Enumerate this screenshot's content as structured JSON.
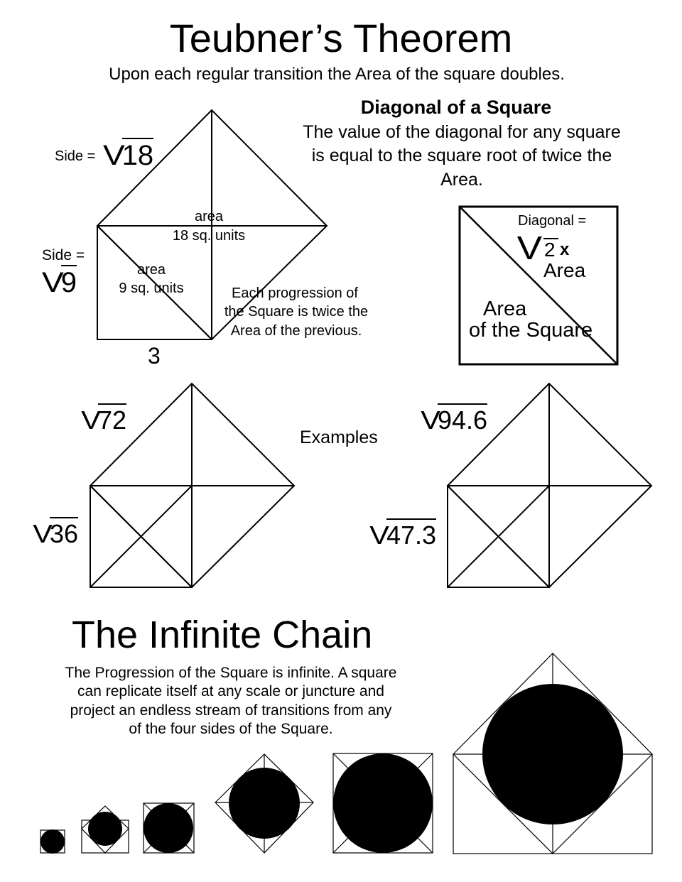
{
  "header": {
    "title": "Teubner’s Theorem",
    "subtitle": "Upon each regular transition the Area of the square doubles."
  },
  "diagonal_box": {
    "heading": "Diagonal of a Square",
    "desc_line1": "The value of the diagonal for any square",
    "desc_line2": "is equal to the square root of twice the",
    "desc_line3": "Area.",
    "label": "Diagonal =",
    "two": "2",
    "times": "x",
    "area": "Area",
    "area_of_line1": "Area",
    "area_of_line2": "of the Square"
  },
  "main_figure": {
    "side_label": "Side =",
    "side_root_big": "18",
    "side_root_small": "9",
    "area_big_line1": "area",
    "area_big_line2": "18 sq. units",
    "area_small_line1": "area",
    "area_small_line2": "9 sq. units",
    "base": "3",
    "note_line1": "Each progression of",
    "note_line2": "the Square is twice the",
    "note_line3": "Area of the previous."
  },
  "examples": {
    "label": "Examples",
    "left": {
      "top": "72",
      "bottom": "36"
    },
    "right": {
      "top": "94.6",
      "bottom": "47.3"
    }
  },
  "infinite": {
    "title": "The Infinite Chain",
    "desc_line1": "The Progression of the Square is infinite. A square",
    "desc_line2": "can replicate itself at any scale or juncture and",
    "desc_line3": "project an endless stream of transitions from any",
    "desc_line4": "of the four sides of the Square."
  }
}
